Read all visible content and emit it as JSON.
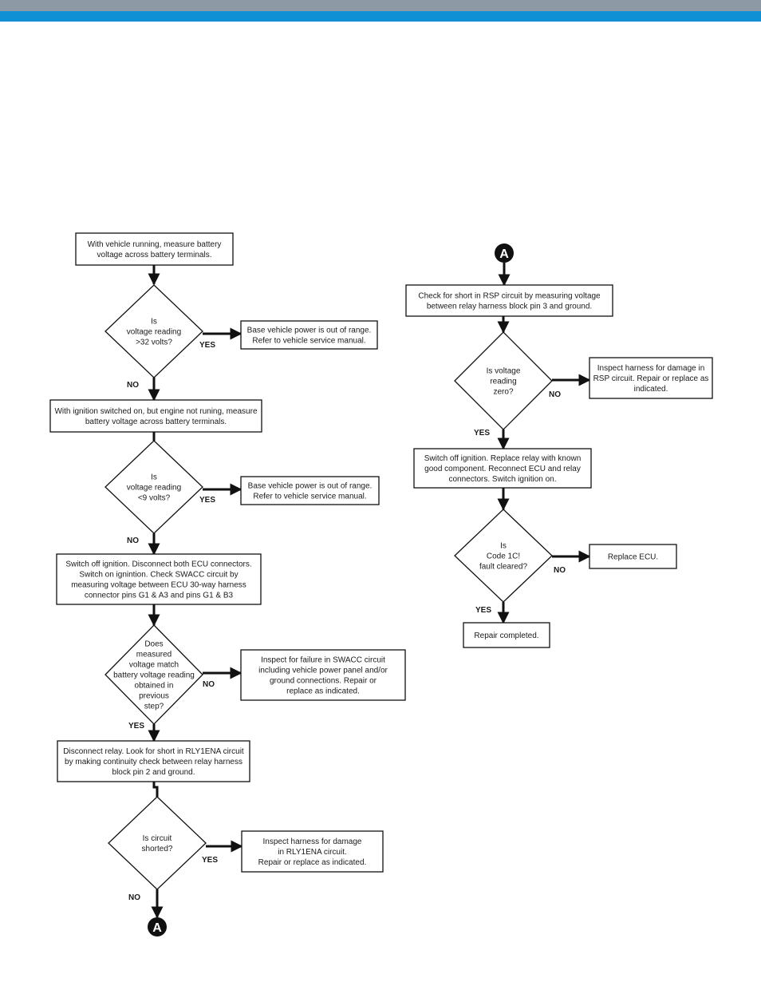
{
  "header": {
    "accent_gray": "#8d9aa5",
    "accent_blue": "#0f8fd4"
  },
  "flowchart": {
    "nodes": [
      {
        "id": "n1",
        "type": "process",
        "lines": [
          "With vehicle running, measure battery",
          "voltage across battery terminals."
        ]
      },
      {
        "id": "d1",
        "type": "decision",
        "lines": [
          "Is",
          "voltage reading",
          ">32 volts?"
        ]
      },
      {
        "id": "r1",
        "type": "process",
        "lines": [
          "Base vehicle power is out of range.",
          "Refer to vehicle service manual."
        ]
      },
      {
        "id": "n2",
        "type": "process",
        "lines": [
          "With ignition switched on, but engine not runing, measure",
          "battery voltage across battery terminals."
        ]
      },
      {
        "id": "d2",
        "type": "decision",
        "lines": [
          "Is",
          "voltage reading",
          "<9 volts?"
        ]
      },
      {
        "id": "r2",
        "type": "process",
        "lines": [
          "Base vehicle power is out of range.",
          "Refer to vehicle service manual."
        ]
      },
      {
        "id": "n3",
        "type": "process",
        "lines": [
          "Switch off ignition.  Disconnect both ECU connectors.",
          "Switch on ignintion.  Check SWACC circuit by",
          "measuring voltage between ECU 30-way harness",
          "connector pins G1 & A3 and pins G1 & B3"
        ]
      },
      {
        "id": "d3",
        "type": "decision",
        "lines": [
          "Does",
          "measured",
          "voltage match",
          "battery voltage reading",
          "obtained in",
          "previous",
          "step?"
        ]
      },
      {
        "id": "r3",
        "type": "process",
        "lines": [
          "Inspect for failure in SWACC circuit",
          "including vehicle power panel and/or",
          "ground connections.  Repair or",
          "replace as indicated."
        ]
      },
      {
        "id": "n4",
        "type": "process",
        "lines": [
          "Disconnect relay.  Look for short in RLY1ENA circuit",
          "by making continuity check between relay harness",
          "block pin 2 and ground."
        ]
      },
      {
        "id": "d4",
        "type": "decision",
        "lines": [
          "Is circuit",
          "shorted?"
        ]
      },
      {
        "id": "r4",
        "type": "process",
        "lines": [
          "Inspect harness for damage",
          "in RLY1ENA circuit.",
          "Repair or replace as indicated."
        ]
      },
      {
        "id": "c1",
        "type": "connector",
        "lines": [
          "A"
        ]
      },
      {
        "id": "c2",
        "type": "connector",
        "lines": [
          "A"
        ]
      },
      {
        "id": "n5",
        "type": "process",
        "lines": [
          "Check for short in RSP circuit by measuring voltage",
          "between relay harness block pin 3 and ground."
        ]
      },
      {
        "id": "d5",
        "type": "decision",
        "lines": [
          "Is voltage",
          "reading",
          "zero?"
        ]
      },
      {
        "id": "r5",
        "type": "process",
        "lines": [
          "Inspect harness for damage in",
          "RSP circuit.  Repair or replace as",
          "indicated."
        ]
      },
      {
        "id": "n6",
        "type": "process",
        "lines": [
          "Switch off ignition.  Replace relay with known",
          "good component.  Reconnect ECU and relay",
          "connectors.  Switch ignition on."
        ]
      },
      {
        "id": "d6",
        "type": "decision",
        "lines": [
          "Is",
          "Code 1C!",
          "fault cleared?"
        ]
      },
      {
        "id": "r6",
        "type": "process",
        "lines": [
          "Replace ECU."
        ]
      },
      {
        "id": "n7",
        "type": "process",
        "lines": [
          "Repair completed."
        ]
      }
    ],
    "edges": [
      {
        "from": "n1",
        "to": "d1",
        "label": ""
      },
      {
        "from": "d1",
        "to": "r1",
        "label": "YES"
      },
      {
        "from": "d1",
        "to": "n2",
        "label": "NO"
      },
      {
        "from": "n2",
        "to": "d2",
        "label": ""
      },
      {
        "from": "d2",
        "to": "r2",
        "label": "YES"
      },
      {
        "from": "d2",
        "to": "n3",
        "label": "NO"
      },
      {
        "from": "n3",
        "to": "d3",
        "label": ""
      },
      {
        "from": "d3",
        "to": "r3",
        "label": "NO"
      },
      {
        "from": "d3",
        "to": "n4",
        "label": "YES"
      },
      {
        "from": "n4",
        "to": "d4",
        "label": ""
      },
      {
        "from": "d4",
        "to": "r4",
        "label": "YES"
      },
      {
        "from": "d4",
        "to": "c1",
        "label": "NO"
      },
      {
        "from": "c2",
        "to": "n5",
        "label": ""
      },
      {
        "from": "n5",
        "to": "d5",
        "label": ""
      },
      {
        "from": "d5",
        "to": "r5",
        "label": "NO"
      },
      {
        "from": "d5",
        "to": "n6",
        "label": "YES"
      },
      {
        "from": "n6",
        "to": "d6",
        "label": ""
      },
      {
        "from": "d6",
        "to": "r6",
        "label": "NO"
      },
      {
        "from": "d6",
        "to": "n7",
        "label": "YES"
      }
    ]
  }
}
